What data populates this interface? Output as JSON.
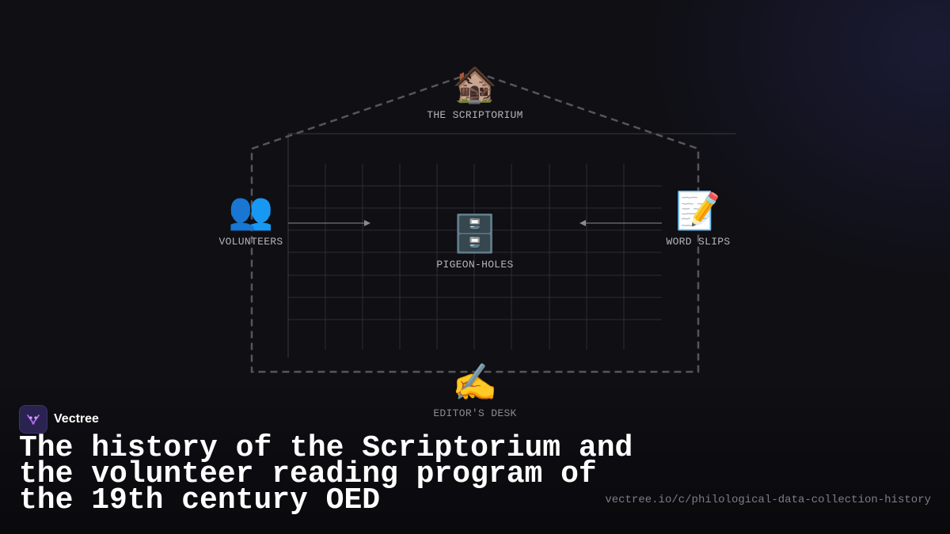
{
  "diagram": {
    "nodes": {
      "scriptorium": {
        "icon": "🏚️",
        "icon_name": "house-icon",
        "label": "THE SCRIPTORIUM"
      },
      "volunteers": {
        "icon": "👥",
        "icon_name": "people-icon",
        "label": "VOLUNTEERS"
      },
      "pigeon_holes": {
        "icon": "🗄️",
        "icon_name": "filing-cabinet-icon",
        "label": "PIGEON-HOLES"
      },
      "word_slips": {
        "icon": "📝",
        "icon_name": "memo-icon",
        "label": "WORD SLIPS"
      },
      "editors_desk": {
        "icon": "✍️",
        "icon_name": "writing-hand-icon",
        "label": "EDITOR'S DESK"
      }
    },
    "colors": {
      "outline": "#55555c",
      "grid": "#2c2c33",
      "arrow": "#8a8a92",
      "label": "#b4b4bc"
    }
  },
  "brand": {
    "name": "Vectree",
    "icon_name": "vectree-logo-icon",
    "logo_color": "#2a2350",
    "accent": "#b06cf0"
  },
  "title_lines": [
    "The history of the Scriptorium and",
    "the volunteer reading program of",
    "the 19th century OED"
  ],
  "url": "vectree.io/c/philological-data-collection-history"
}
